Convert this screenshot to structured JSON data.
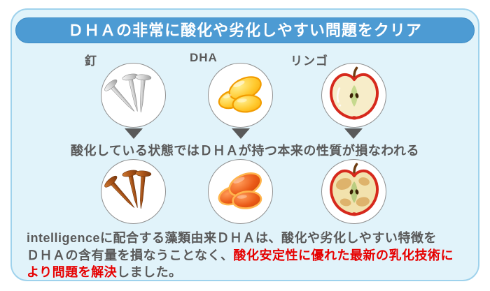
{
  "header": {
    "title": "ＤＨＡの非常に酸化や劣化しやすい問題をクリア"
  },
  "columns": [
    {
      "label": "釘",
      "fresh_icon": "silver-nails-icon",
      "oxidized_icon": "rusty-nails-icon"
    },
    {
      "label": "DHA",
      "fresh_icon": "fresh-dha-oil-icon",
      "oxidized_icon": "oxidized-dha-oil-icon"
    },
    {
      "label": "リンゴ",
      "fresh_icon": "fresh-apple-icon",
      "oxidized_icon": "browned-apple-icon"
    }
  ],
  "middle_caption": "酸化している状態ではＤＨＡが持つ本来の性質が損なわれる",
  "footer": {
    "line1": "intelligenceに配合する藻類由来ＤＨＡは、酸化や劣化しやすい特徴を",
    "line2_normal": "ＤＨＡの含有量を損なうことなく、",
    "line2_highlight": "酸化安定性に優れた最新の乳化技術に",
    "line3_highlight": "より問題を解決",
    "line3_normal": "しました。"
  },
  "colors": {
    "banner_bg": "#4d9bd3",
    "card_bg": "#e1f3fa",
    "card_border": "#9fd2ec",
    "text_gray": "#595959",
    "highlight_red": "#e60000",
    "arrow_gray": "#595959"
  }
}
